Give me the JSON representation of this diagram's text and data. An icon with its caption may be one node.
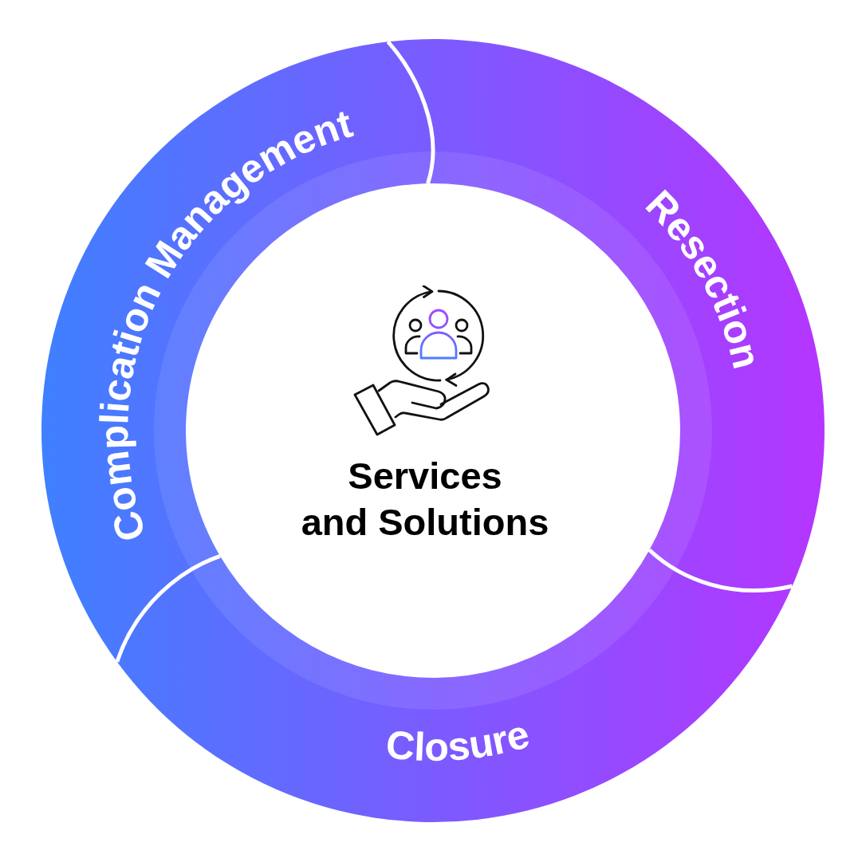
{
  "diagram": {
    "nodes": [
      {
        "text": [
          "Complication Management"
        ]
      },
      {
        "text": [
          "Resection"
        ]
      },
      {
        "text": [
          "Closure"
        ]
      },
      {
        "text": [
          "Services and Solutions"
        ]
      }
    ]
  }
}
